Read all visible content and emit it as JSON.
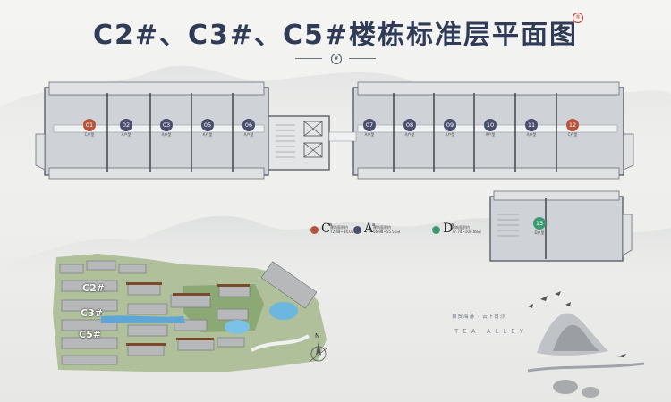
{
  "title": "C2#、C3#、C5#楼栋标准层平面图",
  "colors": {
    "title": "#2f3b57",
    "type_c": "#b5553d",
    "type_a": "#4b4f6e",
    "type_d": "#3a9a72",
    "wall": "#5b5f66",
    "floor": "#c9ccd0"
  },
  "units": [
    {
      "num": "01",
      "sub": "C户型",
      "type": "C"
    },
    {
      "num": "02",
      "sub": "A户型",
      "type": "A"
    },
    {
      "num": "03",
      "sub": "A户型",
      "type": "A"
    },
    {
      "num": "05",
      "sub": "A户型",
      "type": "A"
    },
    {
      "num": "06",
      "sub": "A户型",
      "type": "A"
    },
    {
      "num": "07",
      "sub": "A户型",
      "type": "A"
    },
    {
      "num": "08",
      "sub": "A户型",
      "type": "A"
    },
    {
      "num": "09",
      "sub": "A户型",
      "type": "A"
    },
    {
      "num": "10",
      "sub": "A户型",
      "type": "A"
    },
    {
      "num": "11",
      "sub": "A户型",
      "type": "A"
    },
    {
      "num": "12",
      "sub": "C户型",
      "type": "C"
    },
    {
      "num": "13",
      "sub": "D户型",
      "type": "D"
    }
  ],
  "legend": [
    {
      "letter": "C",
      "sup": "a",
      "text": "建筑面积约\n72.48~84.05㎡",
      "icon": "red-dot"
    },
    {
      "letter": "A",
      "sup": "a",
      "text": "建筑面积约\n56.98~55.56㎡",
      "icon": "navy-dot"
    },
    {
      "letter": "D",
      "sup": "a",
      "text": "建筑面积约\n77.74~100.08㎡",
      "icon": "green-dot"
    }
  ],
  "siteplan": {
    "labels": [
      "C2#",
      "C3#",
      "C5#"
    ],
    "north": "N"
  },
  "brand": {
    "cn": "自贸海港 · 云下白沙",
    "en": "TEA ALLEY"
  }
}
